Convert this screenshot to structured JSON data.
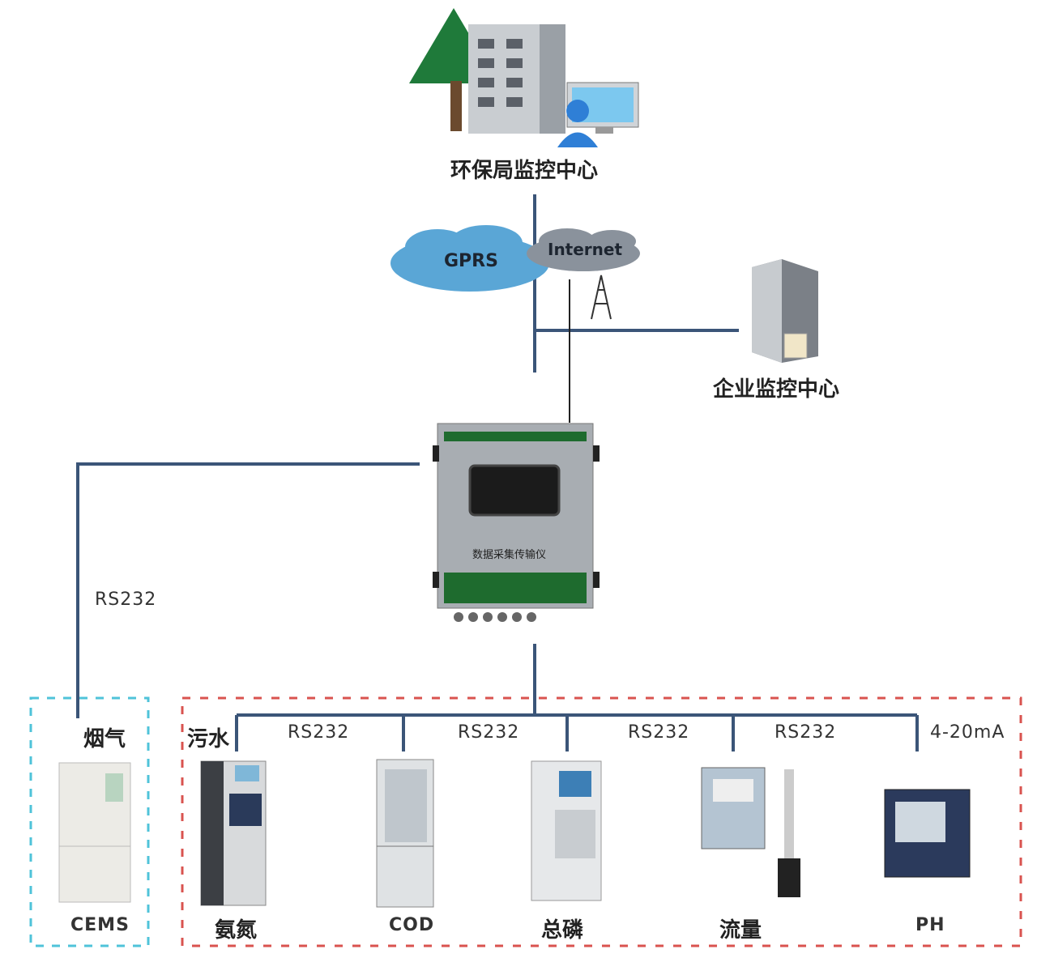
{
  "top_center": {
    "label": "环保局监控中心"
  },
  "network": {
    "gprs": "GPRS",
    "internet": "Internet"
  },
  "enterprise_center": {
    "label": "企业监控中心"
  },
  "device": {
    "label": "数据采集传输仪"
  },
  "flue_gas": {
    "group_label": "烟气",
    "link_label": "RS232",
    "instrument": "CEMS"
  },
  "wastewater": {
    "group_label": "污水",
    "links": [
      "RS232",
      "RS232",
      "RS232",
      "RS232",
      "4-20mA"
    ],
    "instruments": [
      "氨氮",
      "COD",
      "总磷",
      "流量",
      "PH"
    ]
  },
  "colors": {
    "line": "#3b5578",
    "cyan_box": "#4fc3d9",
    "red_box": "#d9534f",
    "device_green": "#1e6b2e",
    "gprs_cloud": "#5aa6d6",
    "internet_cloud": "#8a929c"
  }
}
